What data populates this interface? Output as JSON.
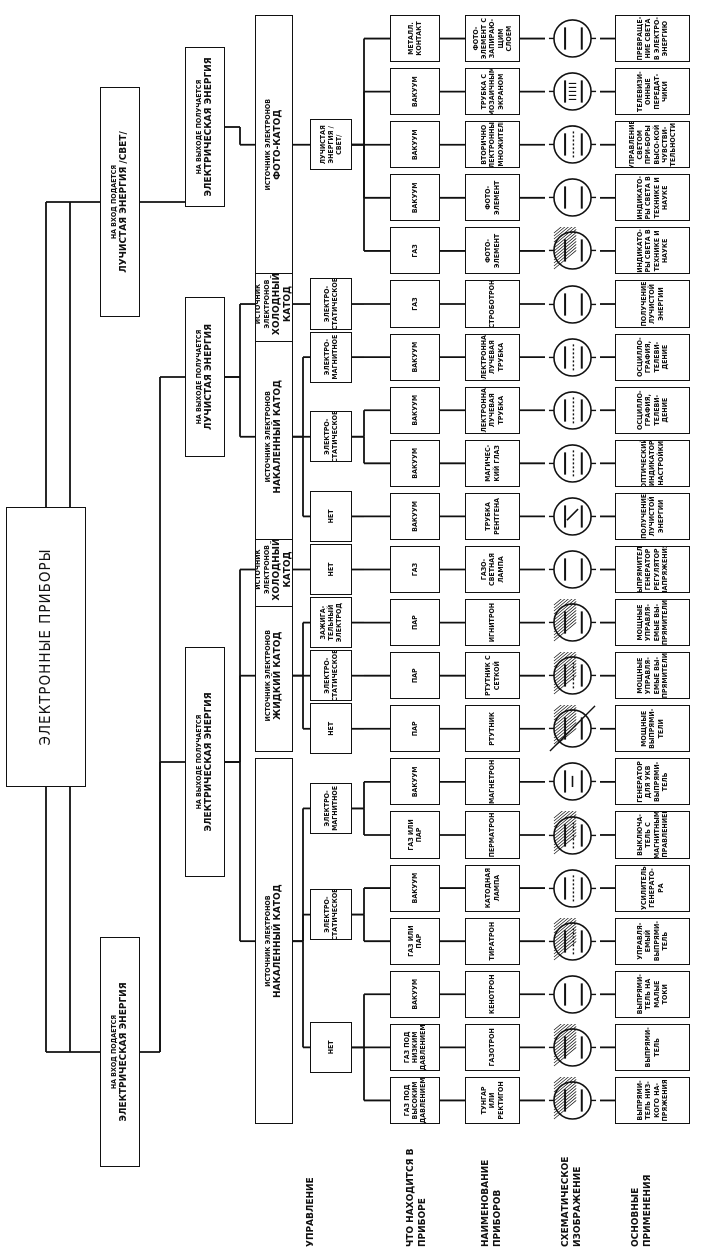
{
  "title": "ЭЛЕКТРОННЫЕ ПРИБОРЫ",
  "inputs": [
    {
      "small": "НА ВХОД ПОДАЕТСЯ",
      "big": "ЭЛЕКТРИЧЕСКАЯ ЭНЕРГИЯ"
    },
    {
      "small": "НА ВХОД ПОДАЕТСЯ",
      "big": "ЛУЧИСТАЯ ЭНЕРГИЯ /СВЕТ/"
    }
  ],
  "outputs": [
    {
      "small": "НА ВЫХОДЕ ПОЛУЧАЕТСЯ",
      "big": "ЭЛЕКТРИЧЕСКАЯ ЭНЕРГИЯ"
    },
    {
      "small": "НА ВЫХОДЕ ПОЛУЧАЕТСЯ",
      "big": "ЛУЧИСТАЯ ЭНЕРГИЯ"
    },
    {
      "small": "НА ВЫХОДЕ ПОЛУЧАЕТСЯ",
      "big": "ЭЛЕКТРИЧЕСКАЯ ЭНЕРГИЯ"
    }
  ],
  "sources": [
    {
      "small": "ИСТОЧНИК ЭЛЕКТРОНОВ",
      "big": "НАКАЛЕННЫЙ КАТОД"
    },
    {
      "small": "ИСТОЧНИК ЭЛЕКТРОНОВ",
      "big": "ЖИДКИЙ КАТОД"
    },
    {
      "small": "ИСТОЧНИК ЭЛЕКТРОНОВ",
      "big": "ХОЛОДНЫЙ КАТОД"
    },
    {
      "small": "ИСТОЧНИК ЭЛЕКТРОНОВ",
      "big": "НАКАЛЕННЫЙ КАТОД"
    },
    {
      "small": "ИСТОЧНИК ЭЛЕКТРОНОВ",
      "big": "ХОЛОДНЫЙ КАТОД"
    },
    {
      "small": "ИСТОЧНИК ЭЛЕКТРОНОВ",
      "big": "ФОТО-КАТОД"
    }
  ],
  "controls": [
    "НЕТ",
    "ЭЛЕКТРО-СТАТИЧЕСКОЕ",
    "ЭЛЕКТРО-МАГНИТНОЕ",
    "НЕТ",
    "ЭЛЕКТРО-СТАТИЧЕСКОЕ",
    "ЗАЖИГА-ТЕЛЬНЫЙ ЭЛЕКТРОД",
    "НЕТ",
    "НЕТ",
    "ЭЛЕКТРО-СТАТИЧЕСКОЕ",
    "ЭЛЕКТРО-МАГНИТНОЕ",
    "ЭЛЕКТРО-СТАТИЧЕСКОЕ",
    "ЛУЧИСТАЯ ЭНЕРГИЯ /СВЕТ/"
  ],
  "row_labels": [
    "УПРАВЛЕНИЕ",
    "ЧТО НАХОДИТСЯ В ПРИБОРЕ",
    "НАИМЕНОВАНИЕ ПРИБОРОВ",
    "СХЕМАТИЧЕСКОЕ ИЗОБРАЖЕНИЕ",
    "ОСНОВНЫЕ ПРИМЕНЕНИЯ"
  ],
  "columns": [
    {
      "medium": "ГАЗ ПОД ВЫСОКИМ ДАВЛЕНИЕМ",
      "name": "ТУНГАР ИЛИ РЕКТИГОН",
      "use": "ВЫПРЯМИ-ТЕЛЬ НИЗ-КОГО НА-ПРЯЖЕНИЯ",
      "sym": "gas"
    },
    {
      "medium": "ГАЗ ПОД НИЗКИМ ДАВЛЕНИЕМ",
      "name": "ГАЗОТРОН",
      "use": "ВЫПРЯМИ-ТЕЛЬ",
      "sym": "gas"
    },
    {
      "medium": "ВАКУУМ",
      "name": "КЕНОТРОН",
      "use": "ВЫПРЯМИ-ТЕЛЬ НА МАЛЫЕ ТОКИ",
      "sym": "vac"
    },
    {
      "medium": "ГАЗ ИЛИ ПАР",
      "name": "ТИРАТРОН",
      "use": "УПРАВЛЯ-ЕМЫЙ ВЫПРЯМИ-ТЕЛЬ",
      "sym": "gasgrid"
    },
    {
      "medium": "ВАКУУМ",
      "name": "КАТОДНАЯ ЛАМПА",
      "use": "УСИЛИТЕЛЬ ГЕНЕРАТО-РА",
      "sym": "triode"
    },
    {
      "medium": "ГАЗ ИЛИ ПАР",
      "name": "ПЕРМАТРОН",
      "use": "ВЫКЛЮЧА-ТЕЛЬ С МАГНИТНЫМ УПРАВЛЕНИЕМ",
      "sym": "gasgrid"
    },
    {
      "medium": "ВАКУУМ",
      "name": "МАГНЕТРОН",
      "use": "ГЕНЕРАТОР ДЛЯ УКВ ВЫПРЯМИ-ТЕЛЬ",
      "sym": "mag"
    },
    {
      "medium": "ПАР",
      "name": "РТУТНИК",
      "use": "МОЩНЫЕ ВЫПРЯМИ-ТЕЛИ",
      "sym": "merc"
    },
    {
      "medium": "ПАР",
      "name": "РТУТНИК С СЕТКОЙ",
      "use": "МОЩНЫЕ УПРАВЛЯ-ЕМЫЕ ВЫ-ПРЯМИТЕЛИ",
      "sym": "gasgrid"
    },
    {
      "medium": "ПАР",
      "name": "ИГНИТРОН",
      "use": "МОЩНЫЕ УПРАВЛЯ-ЕМЫЕ ВЫ-ПРЯМИТЕЛИ",
      "sym": "gas"
    },
    {
      "medium": "ГАЗ",
      "name": "ГАЗО-СВЕТНАЯ ЛАМПА",
      "use": "ВЫПРЯМИТЕЛИ ГЕНЕРАТОР РЕГУЛЯТОР НАПРЯЖЕНИЯ",
      "sym": "vac"
    },
    {
      "medium": "ВАКУУМ",
      "name": "ТРУБКА РЕНТГЕНА",
      "use": "ПОЛУЧЕНИЕ ЛУЧИСТОЙ ЭНЕРГИИ",
      "sym": "xray"
    },
    {
      "medium": "ВАКУУМ",
      "name": "МАГИЧЕС-КИЙ ГЛАЗ",
      "use": "ОПТИЧЕСКИЙ ИНДИКАТОР НАСТРОЙКИ",
      "sym": "eye"
    },
    {
      "medium": "ВАКУУМ",
      "name": "ЭЛЕКТРОННАЯ ЛУЧЕВАЯ ТРУБКА",
      "use": "ОСЦИЛЛО-ГРАФИЯ, ТЕЛЕВИ-ДЕНИЕ",
      "sym": "crt"
    },
    {
      "medium": "ВАКУУМ",
      "name": "ЭЛЕКТРОННАЯ ЛУЧЕВАЯ ТРУБКА",
      "use": "ОСЦИЛЛО-ГРАФИЯ, ТЕЛЕВИ-ДЕНИЕ",
      "sym": "crt"
    },
    {
      "medium": "ГАЗ",
      "name": "СТРОБОТРОН",
      "use": "ПОЛУЧЕНИЕ ЛУЧИСТОЙ ЭНЕРГИИ",
      "sym": "vac"
    },
    {
      "medium": "ГАЗ",
      "name": "ФОТО-ЭЛЕМЕНТ",
      "use": "ИНДИКАТО-РЫ СВЕТА В ТЕХНИКЕ И НАУКЕ",
      "sym": "gas"
    },
    {
      "medium": "ВАКУУМ",
      "name": "ФОТО-ЭЛЕМЕНТ",
      "use": "ИНДИКАТО-РЫ СВЕТА В ТЕХНИКЕ И НАУКЕ",
      "sym": "photo"
    },
    {
      "medium": "ВАКУУМ",
      "name": "ВТОРИЧНО ЭЛЕКТРОННЫЙ УМНОЖИТЕЛЬ",
      "use": "УПРАВЛЕНИЕ СВЕТОМ ПРИ-БОРЫ ВЫСО-КОЙ ЧУВСТВИ-ТЕЛЬНОСТИ",
      "sym": "mult"
    },
    {
      "medium": "ВАКУУМ",
      "name": "ТРУБКА С МОЗАИЧНЫМ ЭКРАНОМ",
      "use": "ТЕЛЕВИЗИ-ОННЫЕ ПЕРЕДАТ-ЧИКИ",
      "sym": "mosaic"
    },
    {
      "medium": "МЕТАЛЛ. КОНТАКТ",
      "name": "ФОТО-ЭЛЕМЕНТ С ЗАПИРАЮ-ЩИМ СЛОЕМ",
      "use": "ПРЕВРАЩЕ-НИЕ СВЕТА В ЭЛЕКТРО-ЭНЕРГИЮ",
      "sym": "photo"
    }
  ]
}
